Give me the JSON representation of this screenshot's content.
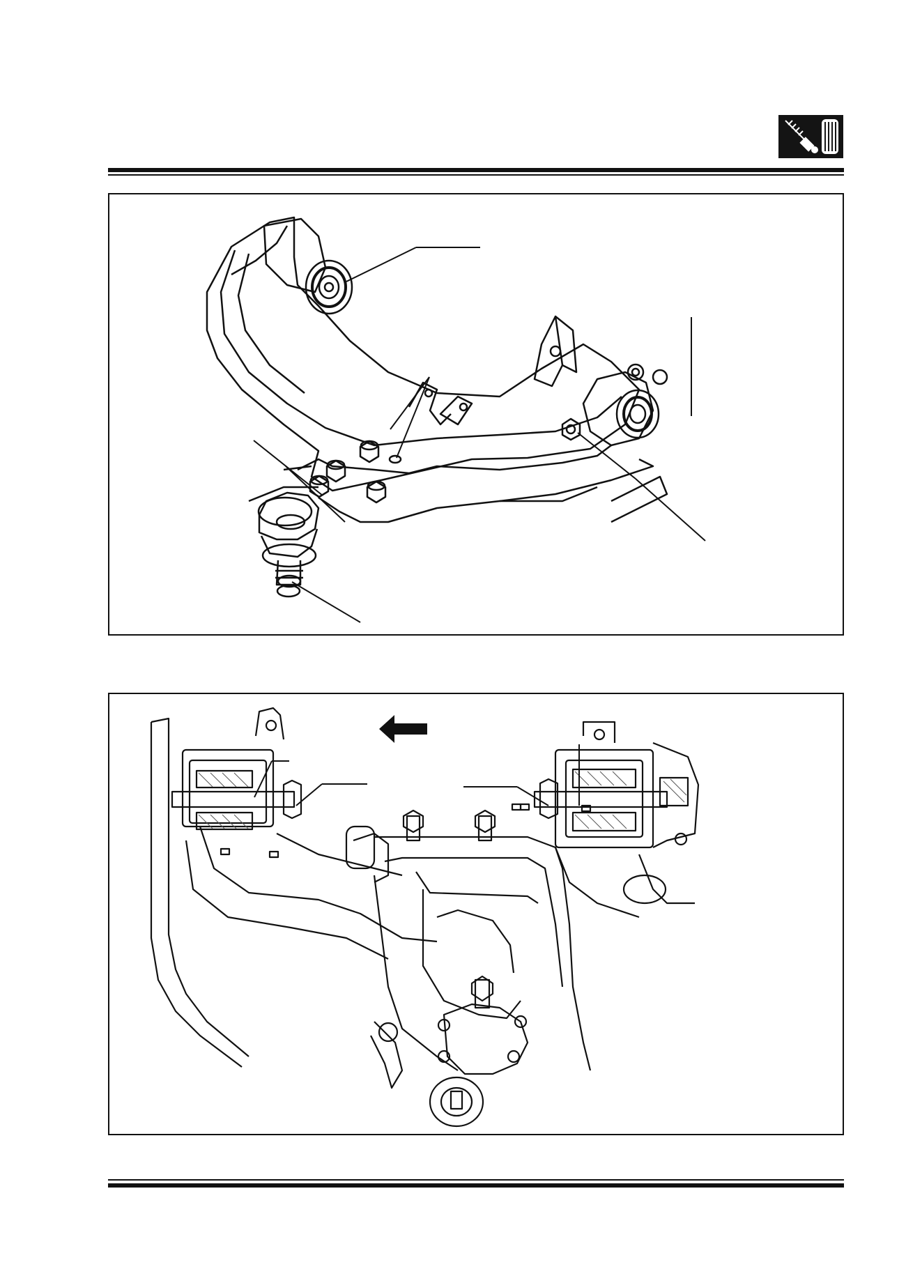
{
  "header": {
    "section_icon": "suspension-shock-absorber-and-tire-icon"
  },
  "figures": [
    {
      "id": "lower-control-arm-assembly",
      "icon": "control-arm-illustration"
    },
    {
      "id": "control-arm-mounting-cutaway",
      "icon": "mounting-cross-section-illustration",
      "arrow": "left-arrow-icon"
    }
  ],
  "colors": {
    "ink": "#111111",
    "paper": "#ffffff",
    "hatch": "#555555"
  }
}
